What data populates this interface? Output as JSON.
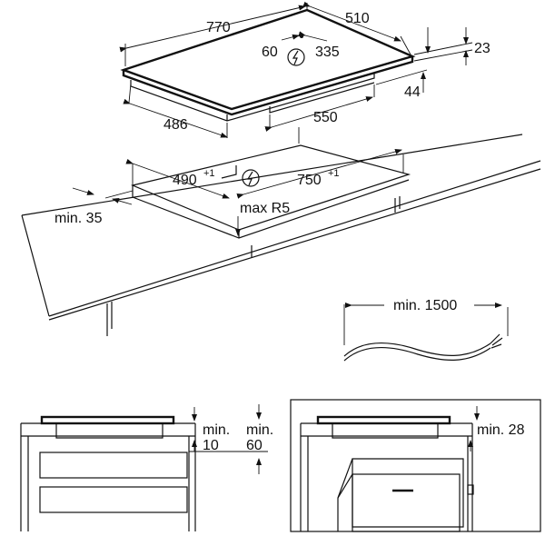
{
  "top_view": {
    "width_770": "770",
    "depth_510": "510",
    "conn_60": "60",
    "conn_335": "335",
    "thickness_23": "23",
    "height_44": "44",
    "depth_486": "486",
    "width_550": "550"
  },
  "cutout": {
    "depth_490": "490",
    "tol_490": "+1",
    "width_750": "750",
    "tol_750": "+1",
    "radius": "max R5",
    "edge_min": "min. 35"
  },
  "cable": {
    "length": "min. 1500"
  },
  "side_a": {
    "gap_a_label": "min.",
    "gap_a_value": "10",
    "gap_b_label": "min.",
    "gap_b_value": "60"
  },
  "side_b": {
    "gap_label": "min. 28"
  }
}
